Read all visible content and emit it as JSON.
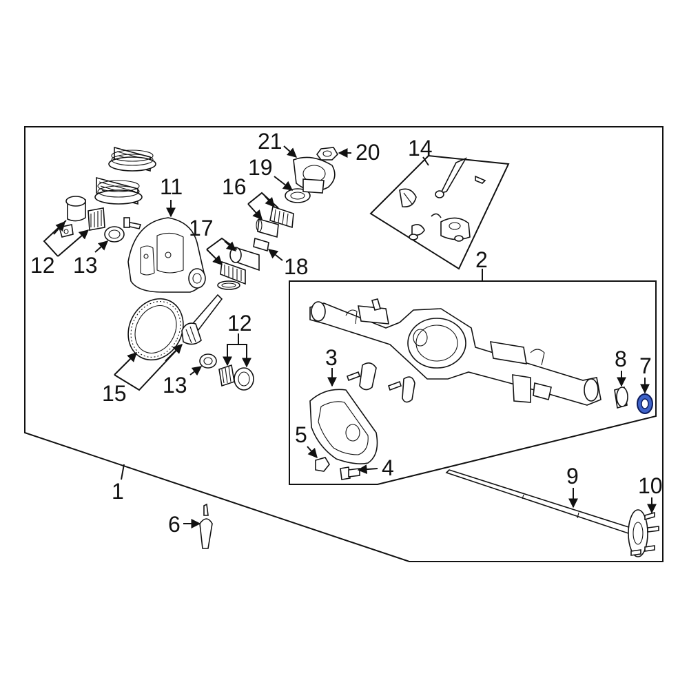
{
  "diagram": {
    "callouts": [
      {
        "id": "c1",
        "text": "1"
      },
      {
        "id": "c2",
        "text": "2"
      },
      {
        "id": "c3",
        "text": "3"
      },
      {
        "id": "c4",
        "text": "4"
      },
      {
        "id": "c5",
        "text": "5"
      },
      {
        "id": "c6",
        "text": "6"
      },
      {
        "id": "c7",
        "text": "7"
      },
      {
        "id": "c8",
        "text": "8"
      },
      {
        "id": "c9",
        "text": "9"
      },
      {
        "id": "c10",
        "text": "10"
      },
      {
        "id": "c11",
        "text": "11"
      },
      {
        "id": "c12a",
        "text": "12"
      },
      {
        "id": "c12b",
        "text": "12"
      },
      {
        "id": "c13a",
        "text": "13"
      },
      {
        "id": "c13b",
        "text": "13"
      },
      {
        "id": "c14",
        "text": "14"
      },
      {
        "id": "c15",
        "text": "15"
      },
      {
        "id": "c16",
        "text": "16"
      },
      {
        "id": "c17",
        "text": "17"
      },
      {
        "id": "c18",
        "text": "18"
      },
      {
        "id": "c19",
        "text": "19"
      },
      {
        "id": "c20",
        "text": "20"
      },
      {
        "id": "c21",
        "text": "21"
      }
    ],
    "colors": {
      "line": "#111111",
      "highlight_fill": "#3f63c9",
      "highlight_stroke": "#0b1a5a",
      "background": "#ffffff"
    }
  }
}
